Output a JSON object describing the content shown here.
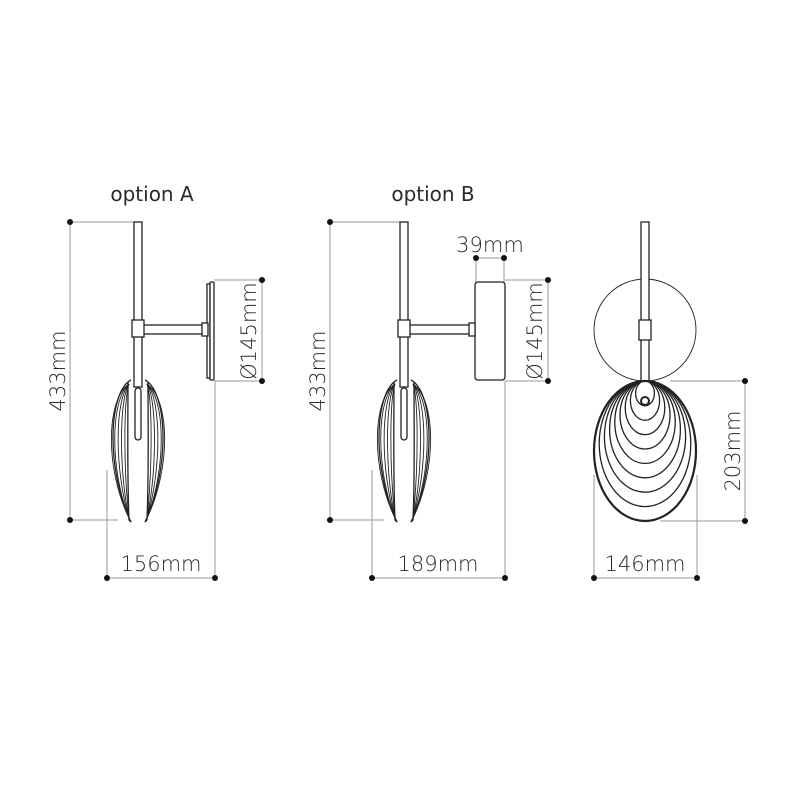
{
  "views": {
    "option_a": {
      "title": "option A",
      "height_label": "433mm",
      "plate_diameter_label": "Ø145mm",
      "width_label": "156mm"
    },
    "option_b": {
      "title": "option B",
      "height_label": "433mm",
      "plate_depth_label": "39mm",
      "plate_diameter_label": "Ø145mm",
      "width_label": "189mm"
    },
    "front": {
      "shade_height_label": "203mm",
      "shade_width_label": "146mm"
    }
  },
  "colors": {
    "line": "#222222",
    "dimension": "#9a9a9a"
  }
}
